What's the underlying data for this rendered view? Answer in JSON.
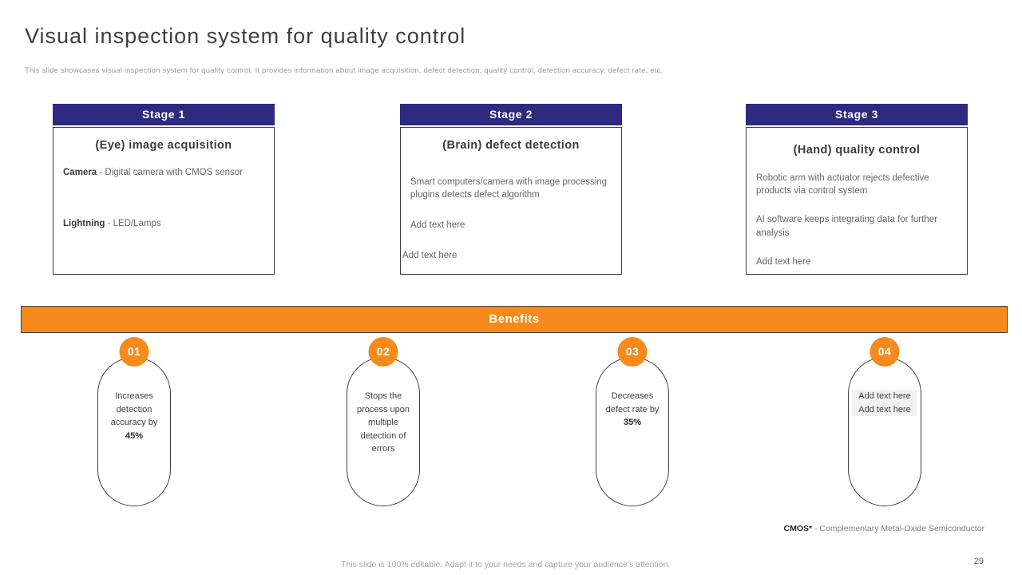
{
  "slide": {
    "title": "Visual inspection system for quality control",
    "subtitle": "This slide showcases visual inspection system for quality control. It provides information about image acquisition, defect detection, quality control, detection accuracy, defect rate, etc.",
    "footer_note": "This slide is 100% editable.  Adapt it to your needs and capture your audience's attention.",
    "page_number": "29"
  },
  "colors": {
    "stage_header_bg": "#2E2A80",
    "accent_orange": "#F78A1B",
    "border_dark": "#3F3F3F"
  },
  "stages": [
    {
      "header": "Stage 1",
      "title": "(Eye) image acquisition",
      "items": [
        {
          "lead": "Camera",
          "text": " - Digital camera with CMOS sensor"
        },
        {
          "lead": "Lightning",
          "text": " - LED/Lamps"
        }
      ]
    },
    {
      "header": "Stage 2",
      "title": "(Brain) defect detection",
      "items": [
        {
          "lead": "",
          "text": "Smart computers/camera with image processing plugins detects defect algorithm"
        },
        {
          "lead": "",
          "text": "Add text here"
        },
        {
          "lead": "",
          "text": "Add text here"
        }
      ]
    },
    {
      "header": "Stage 3",
      "title": "(Hand) quality control",
      "items": [
        {
          "lead": "",
          "text": "Robotic arm with actuator rejects defective products via control system"
        },
        {
          "lead": "",
          "text": "AI software keeps integrating data for further analysis"
        },
        {
          "lead": "",
          "text": "Add text here"
        }
      ]
    }
  ],
  "benefits": {
    "banner": "Benefits",
    "items": [
      {
        "number": "01",
        "text": "Increases detection accuracy by ",
        "bold": "45%"
      },
      {
        "number": "02",
        "text": "Stops the process upon multiple detection of errors",
        "bold": ""
      },
      {
        "number": "03",
        "text": "Decreases defect rate by ",
        "bold": "35%"
      },
      {
        "number": "04",
        "text": "Add text here Add text here",
        "bold": ""
      }
    ]
  },
  "footnote": {
    "term": "CMOS*",
    "definition": " - Complementary Metal-Oxide Semiconductor"
  }
}
